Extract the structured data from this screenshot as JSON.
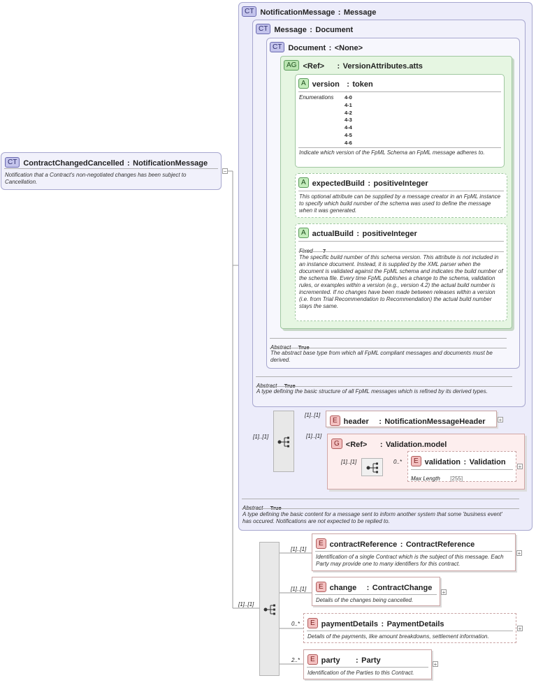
{
  "root": {
    "badge": "CT",
    "title": "ContractChangedCancelled",
    "sep": ":",
    "type": "NotificationMessage",
    "doc": "Notification that a Contract's non-negotiated changes has been subject to Cancellation."
  },
  "notification_message": {
    "badge": "CT",
    "title": "NotificationMessage",
    "sep": ":",
    "type": "Message",
    "abstract_label": "Abstract",
    "abstract_value": "True",
    "doc": "A type defining the basic content for a message sent to inform another system that some 'business event' has occured. Notifications are not expected to be replied to."
  },
  "message": {
    "badge": "CT",
    "title": "Message",
    "sep": ":",
    "type": "Document",
    "abstract_label": "Abstract",
    "abstract_value": "True",
    "doc": "A type defining the basic structure of all FpML messages which is refined by its derived types."
  },
  "document": {
    "badge": "CT",
    "title": "Document",
    "sep": ":",
    "type": "<None>",
    "abstract_label": "Abstract",
    "abstract_value": "True",
    "doc": "The abstract base type from which all FpML compliant messages and documents must be derived."
  },
  "version_attributes": {
    "badge": "AG",
    "ref": "<Ref>",
    "sep": ":",
    "type": "VersionAttributes.atts"
  },
  "version": {
    "badge": "A",
    "title": "version",
    "sep": ":",
    "type": "token",
    "enum_label": "Enumerations",
    "enums": [
      "4-0",
      "4-1",
      "4-2",
      "4-3",
      "4-4",
      "4-5",
      "4-6"
    ],
    "doc": "Indicate which version of the FpML Schema an FpML message adheres to."
  },
  "expected_build": {
    "badge": "A",
    "title": "expectedBuild",
    "sep": ":",
    "type": "positiveInteger",
    "doc": "This optional attribute can be supplied by a message creator in an FpML instance to specify which build number of the schema was used to define the message when it was generated."
  },
  "actual_build": {
    "badge": "A",
    "title": "actualBuild",
    "sep": ":",
    "type": "positiveInteger",
    "fixed_label": "Fixed",
    "fixed_value": "7",
    "doc": "The specific build number of this schema version. This attribute is not included in an instance document. Instead, it is supplied by the XML parser when the document is validated against the FpML schema and indicates the build number of the schema file. Every time FpML publishes a change to the schema, validation rules, or examples within a version (e.g., version 4.2) the actual build number is incremented. If no changes have been made between releases within a version (i.e. from Trial Recommendation to Recommendation) the actual build number stays the same."
  },
  "header": {
    "badge": "E",
    "title": "header",
    "sep": ":",
    "type": "NotificationMessageHeader",
    "card": "[1]..[1]"
  },
  "validation_model": {
    "badge": "G",
    "ref": "<Ref>",
    "sep": ":",
    "type": "Validation.model",
    "card": "[1]..[1]"
  },
  "validation": {
    "badge": "E",
    "title": "validation",
    "sep": ":",
    "type": "Validation",
    "card": "0..*",
    "maxlen_label": "Max Length",
    "maxlen_value": "[255]"
  },
  "cards": {
    "seq1": "[1]..[1]",
    "inner_seq": "[1]..[1]",
    "seq2": "[1]..[1]"
  },
  "contract_reference": {
    "badge": "E",
    "title": "contractReference",
    "sep": ":",
    "type": "ContractReference",
    "card": "[1]..[1]",
    "doc": "Identification of a single Contract which is the subject of this message. Each Party may provide one to many identifiers for this contract."
  },
  "change": {
    "badge": "E",
    "title": "change",
    "sep": ":",
    "type": "ContractChange",
    "card": "[1]..[1]",
    "doc": "Details of the changes being cancelled."
  },
  "payment_details": {
    "badge": "E",
    "title": "paymentDetails",
    "sep": ":",
    "type": "PaymentDetails",
    "card": "0..*",
    "doc": "Details of the payments, like amount breakdowns, settlement information."
  },
  "party": {
    "badge": "E",
    "title": "party",
    "sep": ":",
    "type": "Party",
    "card": "2..*",
    "doc": "Identification of the Parties to this Contract."
  },
  "colors": {
    "complex_type": "#ececfa",
    "attribute_group": "#e6f6e2",
    "element": "#fdeeee",
    "lines": "#9a9a9a"
  }
}
